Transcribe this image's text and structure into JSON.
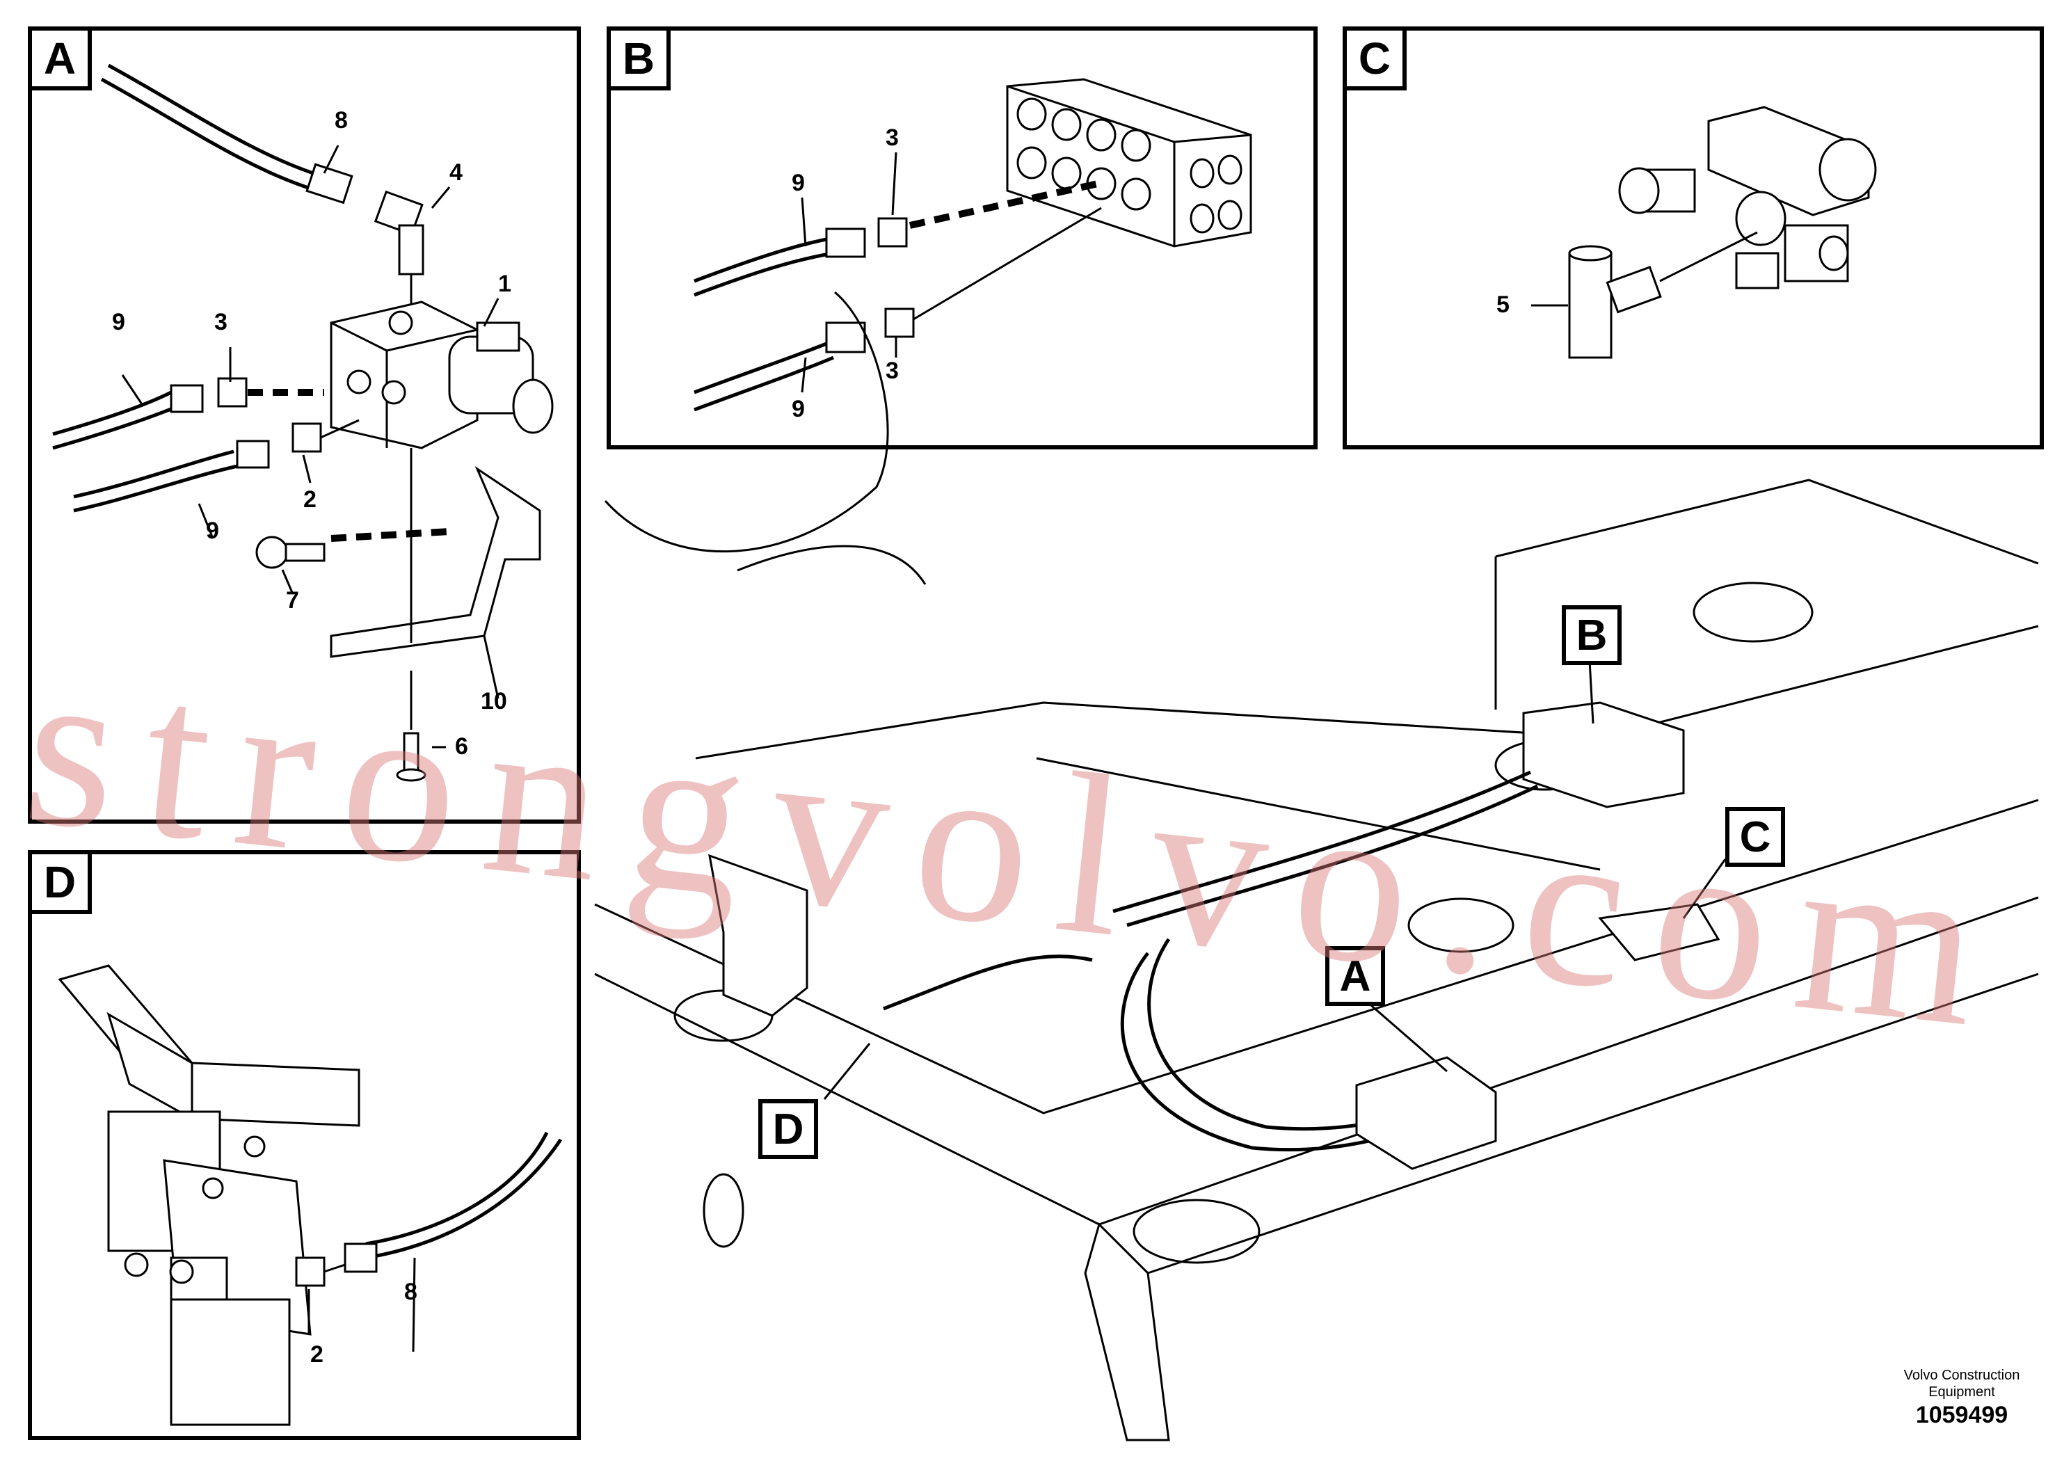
{
  "panels": {
    "A": {
      "label": "A",
      "parts": [
        "8",
        "4",
        "1",
        "3",
        "9",
        "2",
        "9",
        "7",
        "10",
        "6"
      ]
    },
    "B": {
      "label": "B",
      "parts": [
        "3",
        "9",
        "3",
        "9"
      ]
    },
    "C": {
      "label": "C",
      "parts": [
        "5"
      ]
    },
    "D": {
      "label": "D",
      "parts": [
        "2",
        "8"
      ]
    }
  },
  "main_view": {
    "callouts": [
      "B",
      "C",
      "A",
      "D"
    ]
  },
  "watermark": "strongvolvo.com",
  "footer": {
    "company_line1": "Volvo Construction",
    "company_line2": "Equipment",
    "drawing_number": "1059499"
  }
}
